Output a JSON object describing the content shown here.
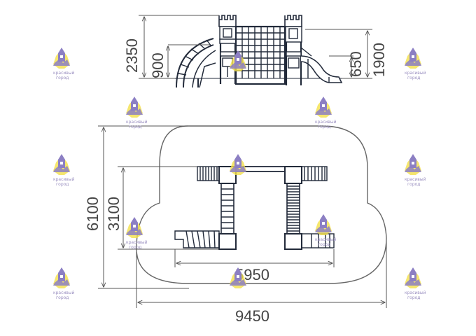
{
  "dimensions": {
    "overall_height": "2350",
    "platform_height": "900",
    "slide_start_height": "650",
    "tower_height": "1900",
    "zone_depth": "6100",
    "equipment_depth": "3100",
    "equipment_width": "5950",
    "zone_width": "9450"
  },
  "watermark": {
    "line1": "красивый",
    "line2": "город"
  },
  "colors": {
    "line": "#222a3a",
    "dimension": "#555555",
    "zone_fill": "#ffffff",
    "zone_stroke": "#666666",
    "watermark_purple": "#8c7fc3",
    "watermark_yellow": "#f2e04a"
  }
}
